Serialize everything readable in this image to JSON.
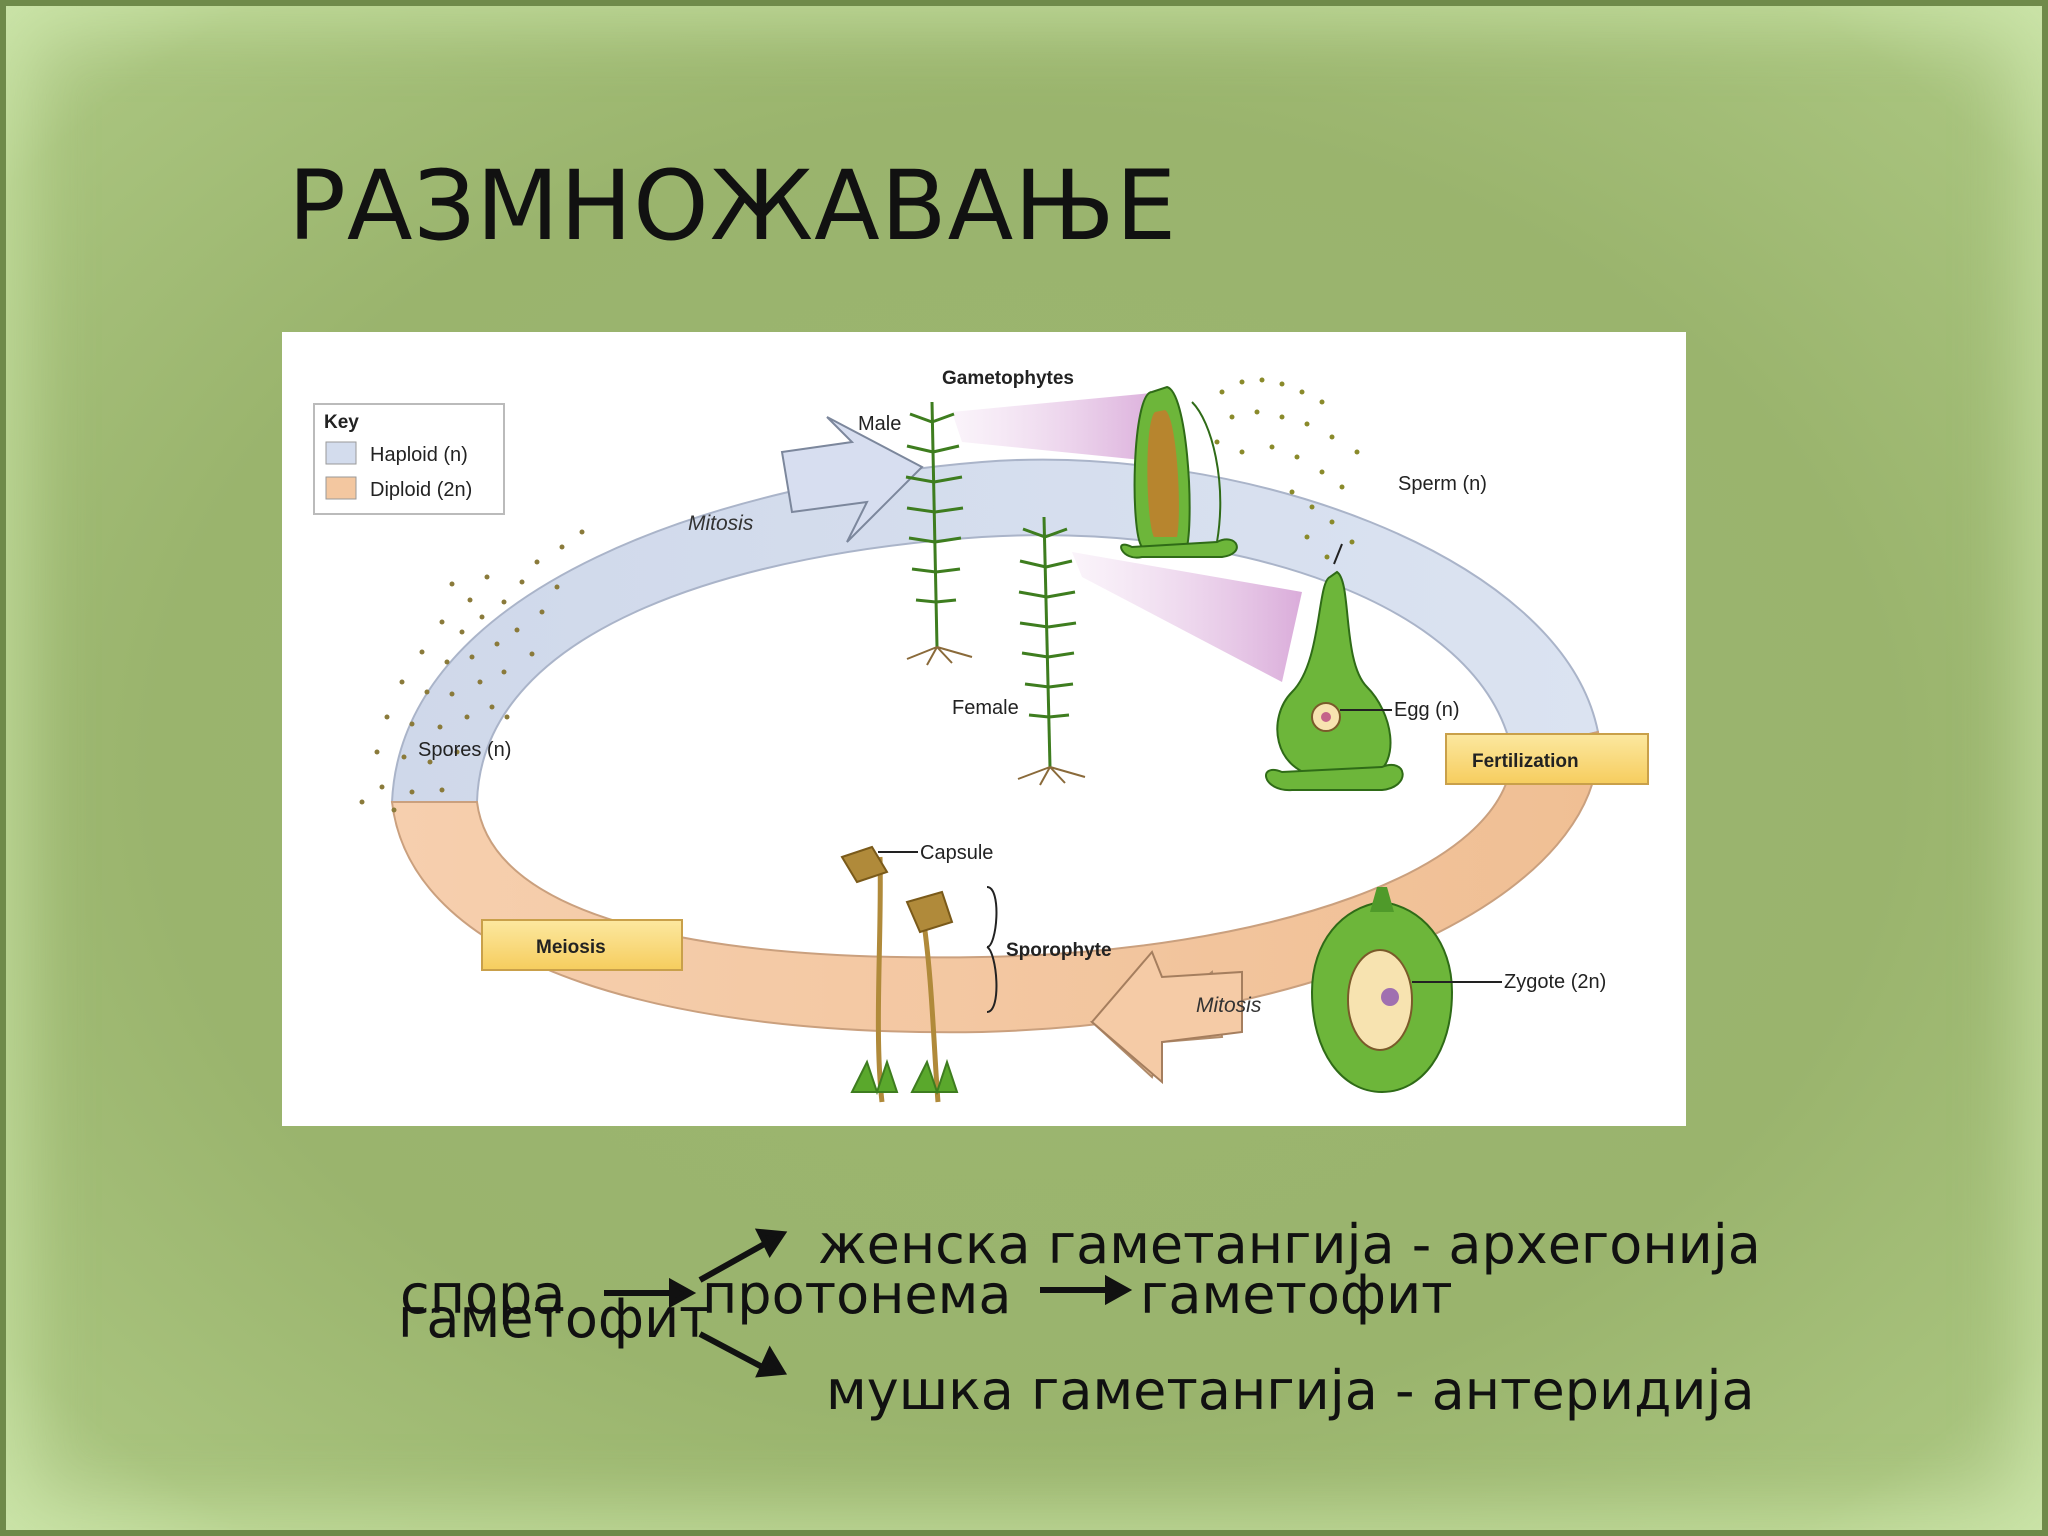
{
  "slide": {
    "title": "РАЗМНОЖАВАЊЕ"
  },
  "diagram": {
    "key_title": "Key",
    "key_items": [
      {
        "label": "Haploid (n)",
        "color": "#d3dced"
      },
      {
        "label": "Diploid (2n)",
        "color": "#f3c7a0"
      }
    ],
    "labels": {
      "gametophytes": "Gametophytes",
      "male": "Male",
      "female": "Female",
      "sperm": "Sperm (n)",
      "egg": "Egg (n)",
      "fertilization": "Fertilization",
      "zygote": "Zygote (2n)",
      "mitosis_top": "Mitosis",
      "mitosis_bottom": "Mitosis",
      "capsule": "Capsule",
      "sporophyte": "Sporophyte",
      "meiosis": "Meiosis",
      "spores": "Spores (n)"
    },
    "colors": {
      "haploid": "#d3dced",
      "diploid": "#f3c7a0",
      "stage_box": "#f9d977",
      "plant_green": "#4f9a2a",
      "capsule": "#b08a3a"
    }
  },
  "flow": {
    "spore": "спора",
    "gametophyte_left": "гаметофит",
    "protonema": "протонема",
    "gametophyte": "гаметофит",
    "female_gametangia": "женска гаметангија - архегонија",
    "male_gametangia": "мушка гаметангија - антеридија"
  }
}
